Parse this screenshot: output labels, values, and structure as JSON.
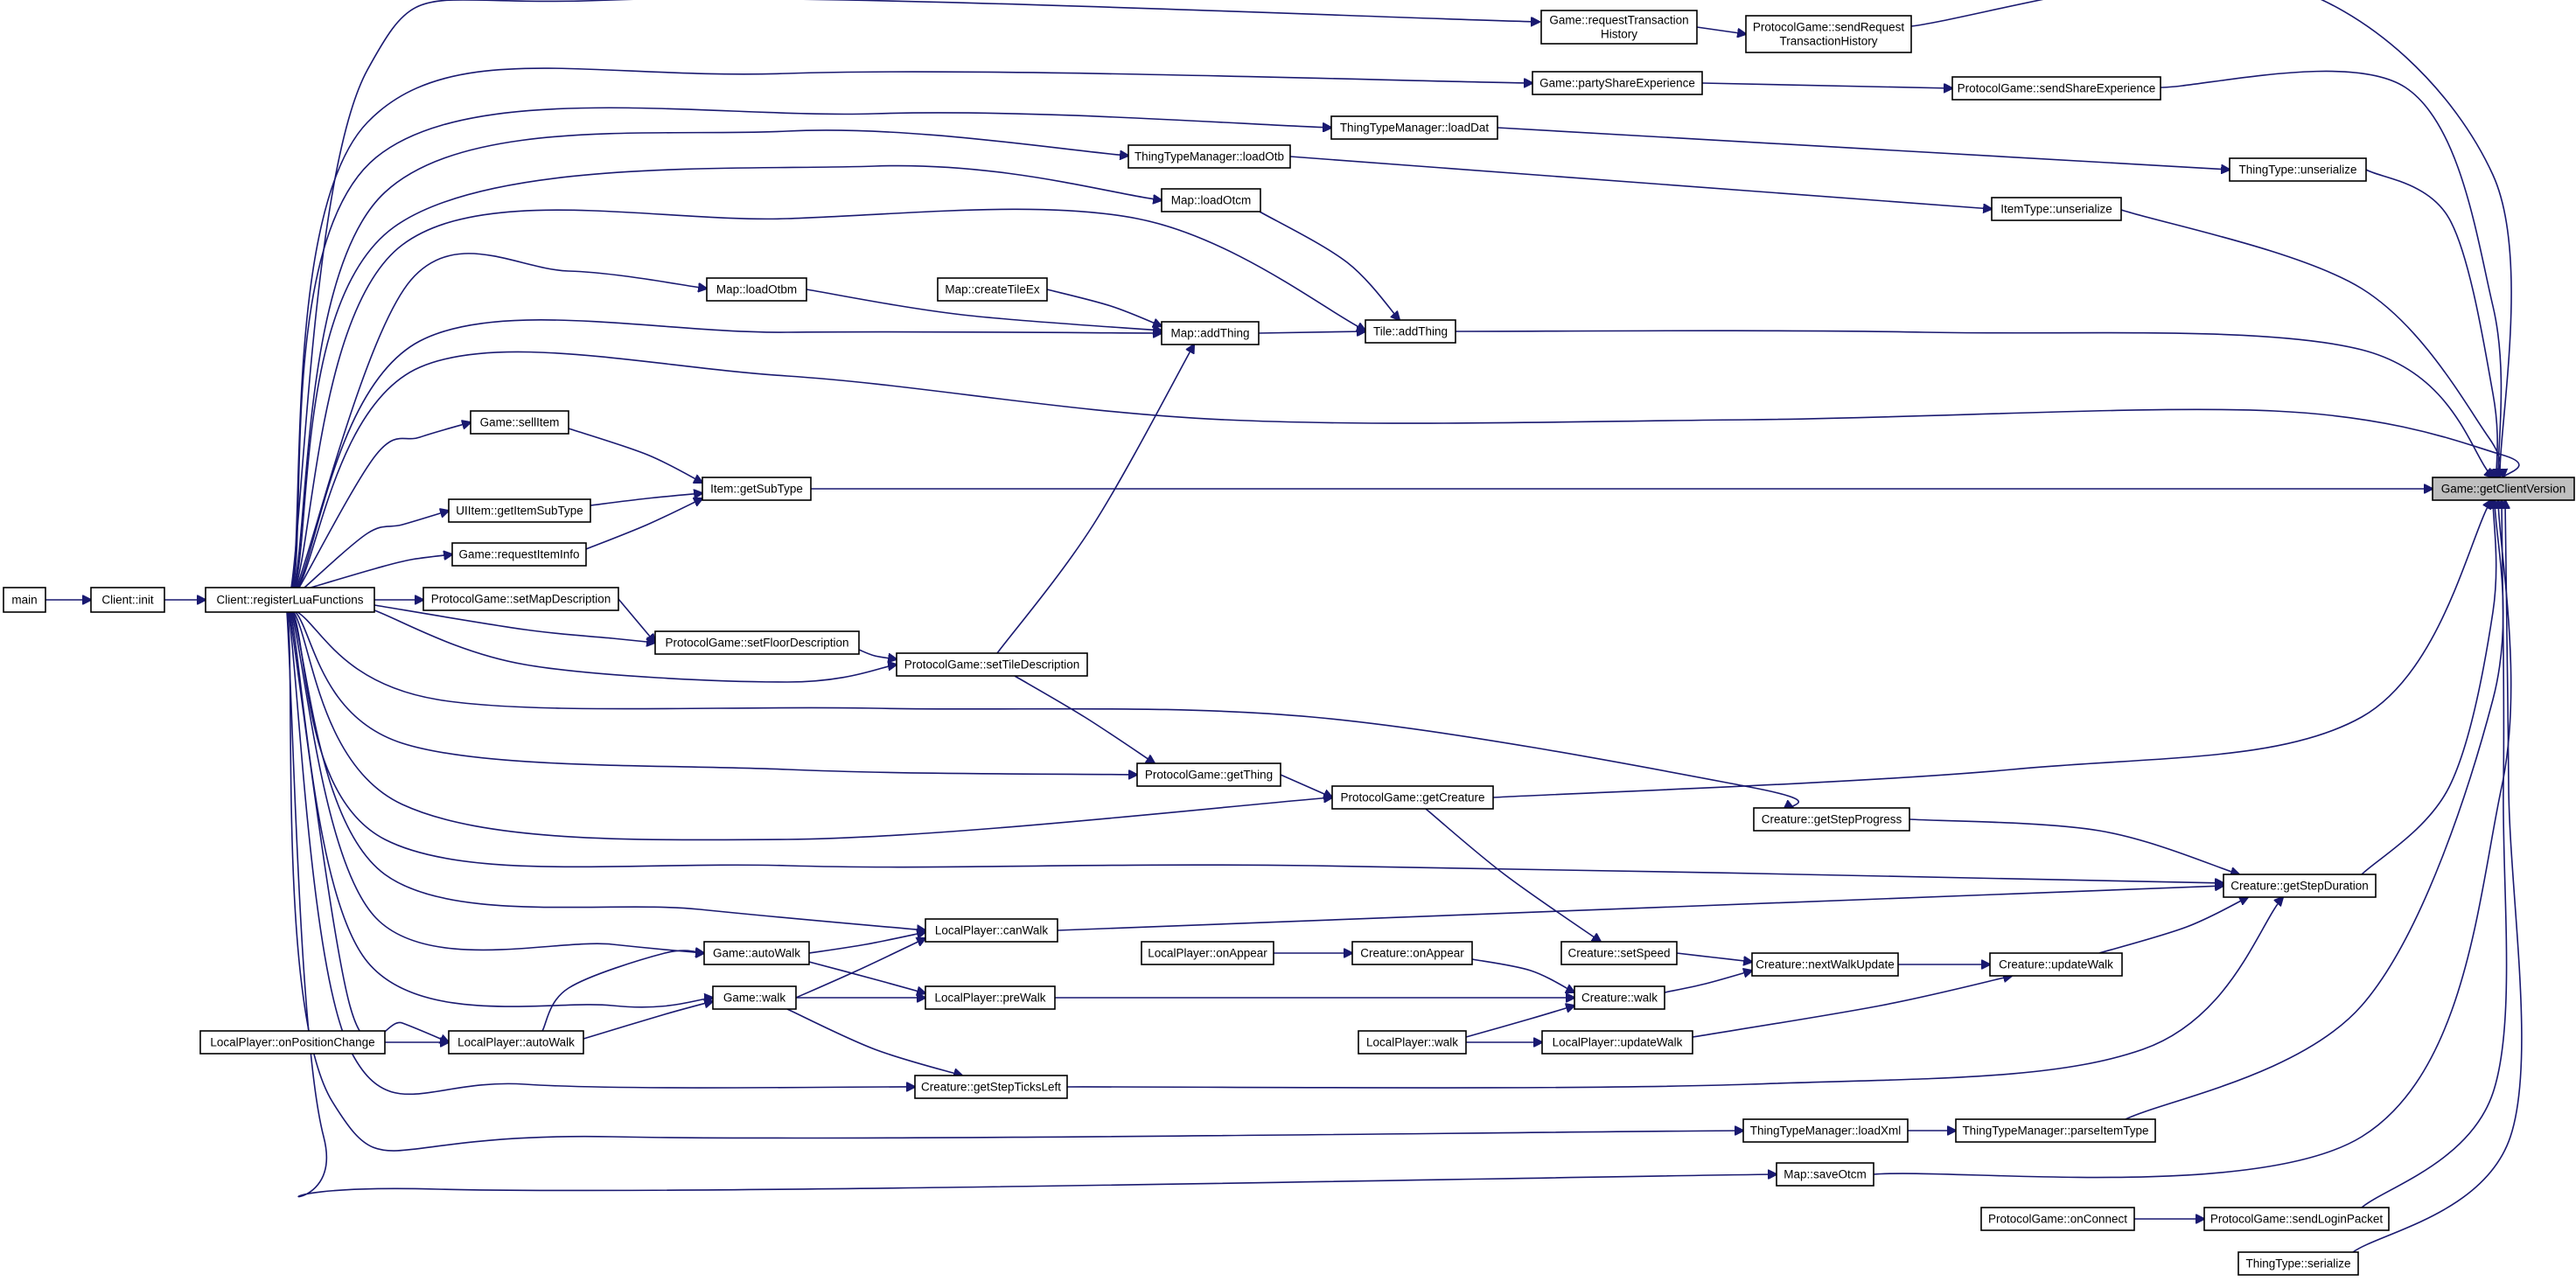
{
  "diagram": {
    "type": "call-graph",
    "nodes": [
      {
        "id": "main",
        "lines": [
          "main"
        ]
      },
      {
        "id": "client_init",
        "lines": [
          "Client::init"
        ]
      },
      {
        "id": "register",
        "lines": [
          "Client::registerLuaFunctions"
        ]
      },
      {
        "id": "reqTrans",
        "lines": [
          "Game::requestTransaction",
          "History"
        ]
      },
      {
        "id": "pgSendReq",
        "lines": [
          "ProtocolGame::sendRequest",
          "TransactionHistory"
        ]
      },
      {
        "id": "partyShare",
        "lines": [
          "Game::partyShareExperience"
        ]
      },
      {
        "id": "pgSendShare",
        "lines": [
          "ProtocolGame::sendShareExperience"
        ]
      },
      {
        "id": "ttmLoadDat",
        "lines": [
          "ThingTypeManager::loadDat"
        ]
      },
      {
        "id": "ttmLoadOtb",
        "lines": [
          "ThingTypeManager::loadOtb"
        ]
      },
      {
        "id": "ttUnser",
        "lines": [
          "ThingType::unserialize"
        ]
      },
      {
        "id": "mapLoadOtcm",
        "lines": [
          "Map::loadOtcm"
        ]
      },
      {
        "id": "itUnser",
        "lines": [
          "ItemType::unserialize"
        ]
      },
      {
        "id": "mapLoadOtbm",
        "lines": [
          "Map::loadOtbm"
        ]
      },
      {
        "id": "mapCreateTile",
        "lines": [
          "Map::createTileEx"
        ]
      },
      {
        "id": "mapAddThing",
        "lines": [
          "Map::addThing"
        ]
      },
      {
        "id": "tileAddThing",
        "lines": [
          "Tile::addThing"
        ]
      },
      {
        "id": "sellItem",
        "lines": [
          "Game::sellItem"
        ]
      },
      {
        "id": "itemSubType",
        "lines": [
          "Item::getSubType"
        ]
      },
      {
        "id": "getClientVersion",
        "lines": [
          "Game::getClientVersion"
        ],
        "highlight": true
      },
      {
        "id": "uiItemSub",
        "lines": [
          "UIItem::getItemSubType"
        ]
      },
      {
        "id": "reqItemInfo",
        "lines": [
          "Game::requestItemInfo"
        ]
      },
      {
        "id": "pgSetMap",
        "lines": [
          "ProtocolGame::setMapDescription"
        ]
      },
      {
        "id": "pgSetFloor",
        "lines": [
          "ProtocolGame::setFloorDescription"
        ]
      },
      {
        "id": "pgSetTile",
        "lines": [
          "ProtocolGame::setTileDescription"
        ]
      },
      {
        "id": "pgGetThing",
        "lines": [
          "ProtocolGame::getThing"
        ]
      },
      {
        "id": "pgGetCreature",
        "lines": [
          "ProtocolGame::getCreature"
        ]
      },
      {
        "id": "crGetStepProgress",
        "lines": [
          "Creature::getStepProgress"
        ]
      },
      {
        "id": "crGetStepDuration",
        "lines": [
          "Creature::getStepDuration"
        ]
      },
      {
        "id": "lpCanWalk",
        "lines": [
          "LocalPlayer::canWalk"
        ]
      },
      {
        "id": "gameAutoWalk",
        "lines": [
          "Game::autoWalk"
        ]
      },
      {
        "id": "lpOnAppear",
        "lines": [
          "LocalPlayer::onAppear"
        ]
      },
      {
        "id": "crOnAppear",
        "lines": [
          "Creature::onAppear"
        ]
      },
      {
        "id": "crSetSpeed",
        "lines": [
          "Creature::setSpeed"
        ]
      },
      {
        "id": "crNextWalk",
        "lines": [
          "Creature::nextWalkUpdate"
        ]
      },
      {
        "id": "crUpdateWalk",
        "lines": [
          "Creature::updateWalk"
        ]
      },
      {
        "id": "gameWalk",
        "lines": [
          "Game::walk"
        ]
      },
      {
        "id": "lpPreWalk",
        "lines": [
          "LocalPlayer::preWalk"
        ]
      },
      {
        "id": "crWalk",
        "lines": [
          "Creature::walk"
        ]
      },
      {
        "id": "lpOnPosChange",
        "lines": [
          "LocalPlayer::onPositionChange"
        ]
      },
      {
        "id": "lpAutoWalk",
        "lines": [
          "LocalPlayer::autoWalk"
        ]
      },
      {
        "id": "lpWalk",
        "lines": [
          "LocalPlayer::walk"
        ]
      },
      {
        "id": "lpUpdateWalk",
        "lines": [
          "LocalPlayer::updateWalk"
        ]
      },
      {
        "id": "crGetStepTicks",
        "lines": [
          "Creature::getStepTicksLeft"
        ]
      },
      {
        "id": "ttmLoadXml",
        "lines": [
          "ThingTypeManager::loadXml"
        ]
      },
      {
        "id": "ttmParseItem",
        "lines": [
          "ThingTypeManager::parseItemType"
        ]
      },
      {
        "id": "mapSaveOtcm",
        "lines": [
          "Map::saveOtcm"
        ]
      },
      {
        "id": "pgOnConnect",
        "lines": [
          "ProtocolGame::onConnect"
        ]
      },
      {
        "id": "pgSendLogin",
        "lines": [
          "ProtocolGame::sendLoginPacket"
        ]
      },
      {
        "id": "ttSerialize",
        "lines": [
          "ThingType::serialize"
        ]
      }
    ],
    "edges": [
      {
        "from": "main",
        "to": "client_init"
      },
      {
        "from": "client_init",
        "to": "register"
      },
      {
        "from": "register",
        "to": "reqTrans"
      },
      {
        "from": "register",
        "to": "partyShare"
      },
      {
        "from": "register",
        "to": "ttmLoadDat"
      },
      {
        "from": "register",
        "to": "ttmLoadOtb"
      },
      {
        "from": "register",
        "to": "mapLoadOtcm"
      },
      {
        "from": "register",
        "to": "tileAddThing"
      },
      {
        "from": "register",
        "to": "mapLoadOtbm"
      },
      {
        "from": "register",
        "to": "mapAddThing"
      },
      {
        "from": "register",
        "to": "getClientVersion"
      },
      {
        "from": "register",
        "to": "sellItem"
      },
      {
        "from": "register",
        "to": "uiItemSub"
      },
      {
        "from": "register",
        "to": "reqItemInfo"
      },
      {
        "from": "register",
        "to": "pgSetMap"
      },
      {
        "from": "register",
        "to": "pgSetFloor"
      },
      {
        "from": "register",
        "to": "pgSetTile"
      },
      {
        "from": "register",
        "to": "crGetStepProgress"
      },
      {
        "from": "register",
        "to": "pgGetThing"
      },
      {
        "from": "register",
        "to": "pgGetCreature"
      },
      {
        "from": "register",
        "to": "crGetStepDuration"
      },
      {
        "from": "register",
        "to": "lpCanWalk"
      },
      {
        "from": "register",
        "to": "gameAutoWalk"
      },
      {
        "from": "register",
        "to": "gameWalk"
      },
      {
        "from": "register",
        "to": "lpAutoWalk"
      },
      {
        "from": "register",
        "to": "crGetStepTicks"
      },
      {
        "from": "register",
        "to": "ttmLoadXml"
      },
      {
        "from": "register",
        "to": "mapSaveOtcm"
      },
      {
        "from": "reqTrans",
        "to": "pgSendReq"
      },
      {
        "from": "pgSendReq",
        "to": "getClientVersion"
      },
      {
        "from": "partyShare",
        "to": "pgSendShare"
      },
      {
        "from": "pgSendShare",
        "to": "getClientVersion"
      },
      {
        "from": "ttmLoadDat",
        "to": "ttUnser"
      },
      {
        "from": "ttUnser",
        "to": "getClientVersion"
      },
      {
        "from": "ttmLoadOtb",
        "to": "itUnser"
      },
      {
        "from": "itUnser",
        "to": "getClientVersion"
      },
      {
        "from": "mapLoadOtcm",
        "to": "tileAddThing"
      },
      {
        "from": "mapLoadOtbm",
        "to": "mapAddThing"
      },
      {
        "from": "mapCreateTile",
        "to": "mapAddThing"
      },
      {
        "from": "mapAddThing",
        "to": "tileAddThing"
      },
      {
        "from": "tileAddThing",
        "to": "getClientVersion"
      },
      {
        "from": "sellItem",
        "to": "itemSubType"
      },
      {
        "from": "uiItemSub",
        "to": "itemSubType"
      },
      {
        "from": "reqItemInfo",
        "to": "itemSubType"
      },
      {
        "from": "itemSubType",
        "to": "getClientVersion"
      },
      {
        "from": "pgSetMap",
        "to": "pgSetFloor"
      },
      {
        "from": "pgSetFloor",
        "to": "pgSetTile"
      },
      {
        "from": "pgSetTile",
        "to": "mapAddThing"
      },
      {
        "from": "pgSetTile",
        "to": "pgGetThing"
      },
      {
        "from": "pgGetThing",
        "to": "pgGetCreature"
      },
      {
        "from": "pgGetCreature",
        "to": "getClientVersion"
      },
      {
        "from": "pgGetCreature",
        "to": "crSetSpeed"
      },
      {
        "from": "crGetStepProgress",
        "to": "crGetStepDuration"
      },
      {
        "from": "crGetStepDuration",
        "to": "getClientVersion"
      },
      {
        "from": "lpCanWalk",
        "to": "crGetStepDuration"
      },
      {
        "from": "gameAutoWalk",
        "to": "lpCanWalk"
      },
      {
        "from": "gameAutoWalk",
        "to": "lpPreWalk"
      },
      {
        "from": "gameWalk",
        "to": "lpCanWalk"
      },
      {
        "from": "gameWalk",
        "to": "lpPreWalk"
      },
      {
        "from": "gameWalk",
        "to": "crGetStepTicks"
      },
      {
        "from": "lpAutoWalk",
        "to": "gameAutoWalk"
      },
      {
        "from": "lpAutoWalk",
        "to": "gameWalk"
      },
      {
        "from": "lpOnPosChange",
        "to": "lpAutoWalk"
      },
      {
        "from": "lpPreWalk",
        "to": "crWalk"
      },
      {
        "from": "lpOnAppear",
        "to": "crOnAppear"
      },
      {
        "from": "crOnAppear",
        "to": "crWalk"
      },
      {
        "from": "lpWalk",
        "to": "crWalk"
      },
      {
        "from": "lpWalk",
        "to": "lpUpdateWalk"
      },
      {
        "from": "crSetSpeed",
        "to": "crNextWalk"
      },
      {
        "from": "crWalk",
        "to": "crNextWalk"
      },
      {
        "from": "crNextWalk",
        "to": "crUpdateWalk"
      },
      {
        "from": "lpUpdateWalk",
        "to": "crUpdateWalk"
      },
      {
        "from": "crUpdateWalk",
        "to": "crGetStepDuration"
      },
      {
        "from": "crGetStepTicks",
        "to": "crGetStepDuration"
      },
      {
        "from": "ttmLoadXml",
        "to": "ttmParseItem"
      },
      {
        "from": "ttmParseItem",
        "to": "getClientVersion"
      },
      {
        "from": "mapSaveOtcm",
        "to": "getClientVersion"
      },
      {
        "from": "pgOnConnect",
        "to": "pgSendLogin"
      },
      {
        "from": "pgSendLogin",
        "to": "getClientVersion"
      },
      {
        "from": "ttSerialize",
        "to": "getClientVersion"
      }
    ]
  },
  "colors": {
    "edge": "#191970",
    "node_border": "#000000",
    "node_fill": "#ffffff",
    "highlight_fill": "#bfbfbf"
  }
}
